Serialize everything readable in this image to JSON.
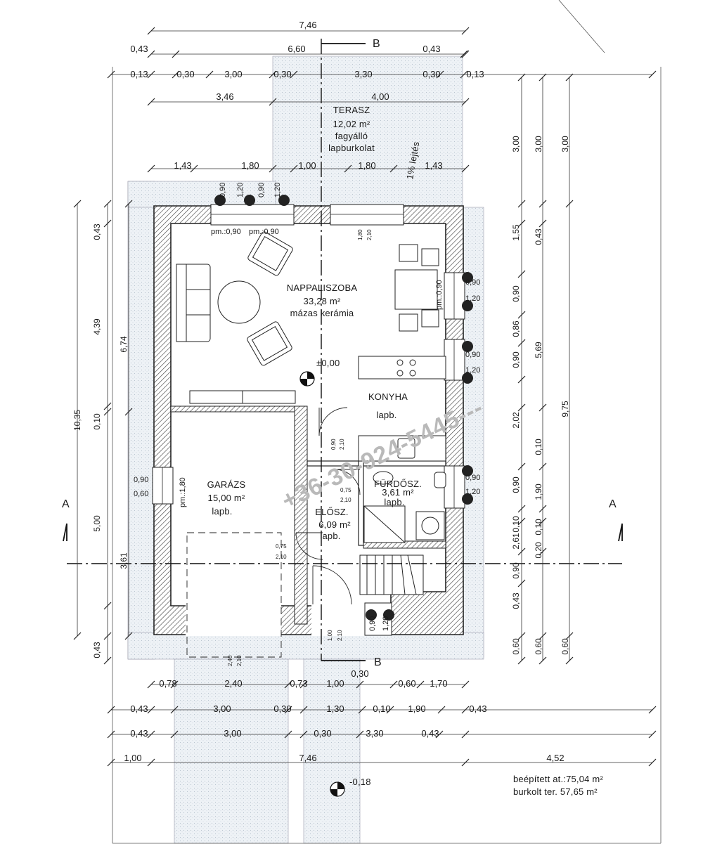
{
  "sections": {
    "b_top": "B",
    "b_bottom": "B",
    "a_left": "A",
    "a_right": "A"
  },
  "rooms": {
    "terasz": {
      "name": "TERASZ",
      "area": "12,02 m²",
      "finish1": "fagyálló",
      "finish2": "lapburkolat",
      "slope": "1% lejtés"
    },
    "nappali": {
      "name": "NAPPALISZOBA",
      "area": "33,28 m²",
      "finish": "mázas kerámia"
    },
    "konyha": {
      "name": "KONYHA",
      "finish": "lapb."
    },
    "garazs": {
      "name": "GARÁZS",
      "area": "15,00 m²",
      "finish": "lapb."
    },
    "furdo": {
      "name": "FÜRDŐSZ.",
      "area": "3,61 m²",
      "finish": "lapb."
    },
    "eloszoba": {
      "name": "ELŐSZ.",
      "area": "6,09 m²",
      "finish": "lapb."
    }
  },
  "levels": {
    "floor": "±0,00",
    "ground": "-0,18"
  },
  "parapets": {
    "p1": "pm.:0,90",
    "p2": "pm.:0,90",
    "p3": "pm.:0,90",
    "p4": "pm.:1,80"
  },
  "top_dims": {
    "row1": [
      "7,46"
    ],
    "row2": [
      "0,43",
      "6,60",
      "0,43"
    ],
    "row3": [
      "0,13",
      "0,30",
      "3,00",
      "0,30",
      "3,30",
      "0,30",
      "0,13"
    ],
    "row4": [
      "3,46",
      "4,00"
    ],
    "row5": [
      "1,43",
      "1,80",
      "1,00",
      "1,80",
      "1,43"
    ]
  },
  "bottom_dims": {
    "row1": [
      "0,30"
    ],
    "row2": [
      "0,78",
      "2,40",
      "0,73",
      "1,00",
      "0,60",
      "1,70"
    ],
    "row3": [
      "0,43",
      "3,00",
      "0,30",
      "1,30",
      "0,10",
      "1,90",
      "0,43"
    ],
    "row4": [
      "0,43",
      "3,00",
      "0,30",
      "3,30",
      "0,43"
    ],
    "row5": [
      "1,00",
      "7,46",
      "4,52"
    ]
  },
  "left_dims": {
    "outer": "10,35",
    "col1": [
      "0,43",
      "4,39",
      "0,10",
      "5,00",
      "0,43"
    ],
    "col2": [
      "6,74",
      "3,61"
    ]
  },
  "right_dims": {
    "col1": [
      "3,00",
      "1,55",
      "0,90",
      "0,86",
      "0,90",
      "2,02",
      "0,90",
      "0,10",
      "2,61",
      "0,90",
      "0,43",
      "0,60"
    ],
    "col2": [
      "3,00",
      "0,43",
      "5,69",
      "0,10",
      "1,90",
      "0,10",
      "0,20",
      "0,60"
    ],
    "col3": [
      "3,00",
      "9,75",
      "0,60"
    ]
  },
  "window_labels": {
    "top1": [
      "0,90",
      "1,20"
    ],
    "top2": [
      "0,90",
      "1,20"
    ],
    "top_door": [
      "1,80",
      "2,10"
    ],
    "r1": [
      "0,90",
      "1,20"
    ],
    "r2": [
      "0,90",
      "1,20"
    ],
    "r3": [
      "0,90",
      "1,20"
    ],
    "kit": "pm.:0,90",
    "kit_door": [
      "0,90",
      "2,10"
    ],
    "bath_door": [
      "0,75",
      "2,10"
    ],
    "gar_door": [
      "0,75",
      "2,10"
    ],
    "gar_win": [
      "0,90",
      "0,60"
    ],
    "entry_door": [
      "1,00",
      "2,10"
    ],
    "entry_win": [
      "0,90",
      "1,20"
    ],
    "gate": [
      "2,40",
      "2,10"
    ]
  },
  "summary": {
    "built": "beépített at.:75,04 m²",
    "paved": "burkolt ter. 57,65 m²"
  },
  "watermark": "+36-30-924-5445---"
}
